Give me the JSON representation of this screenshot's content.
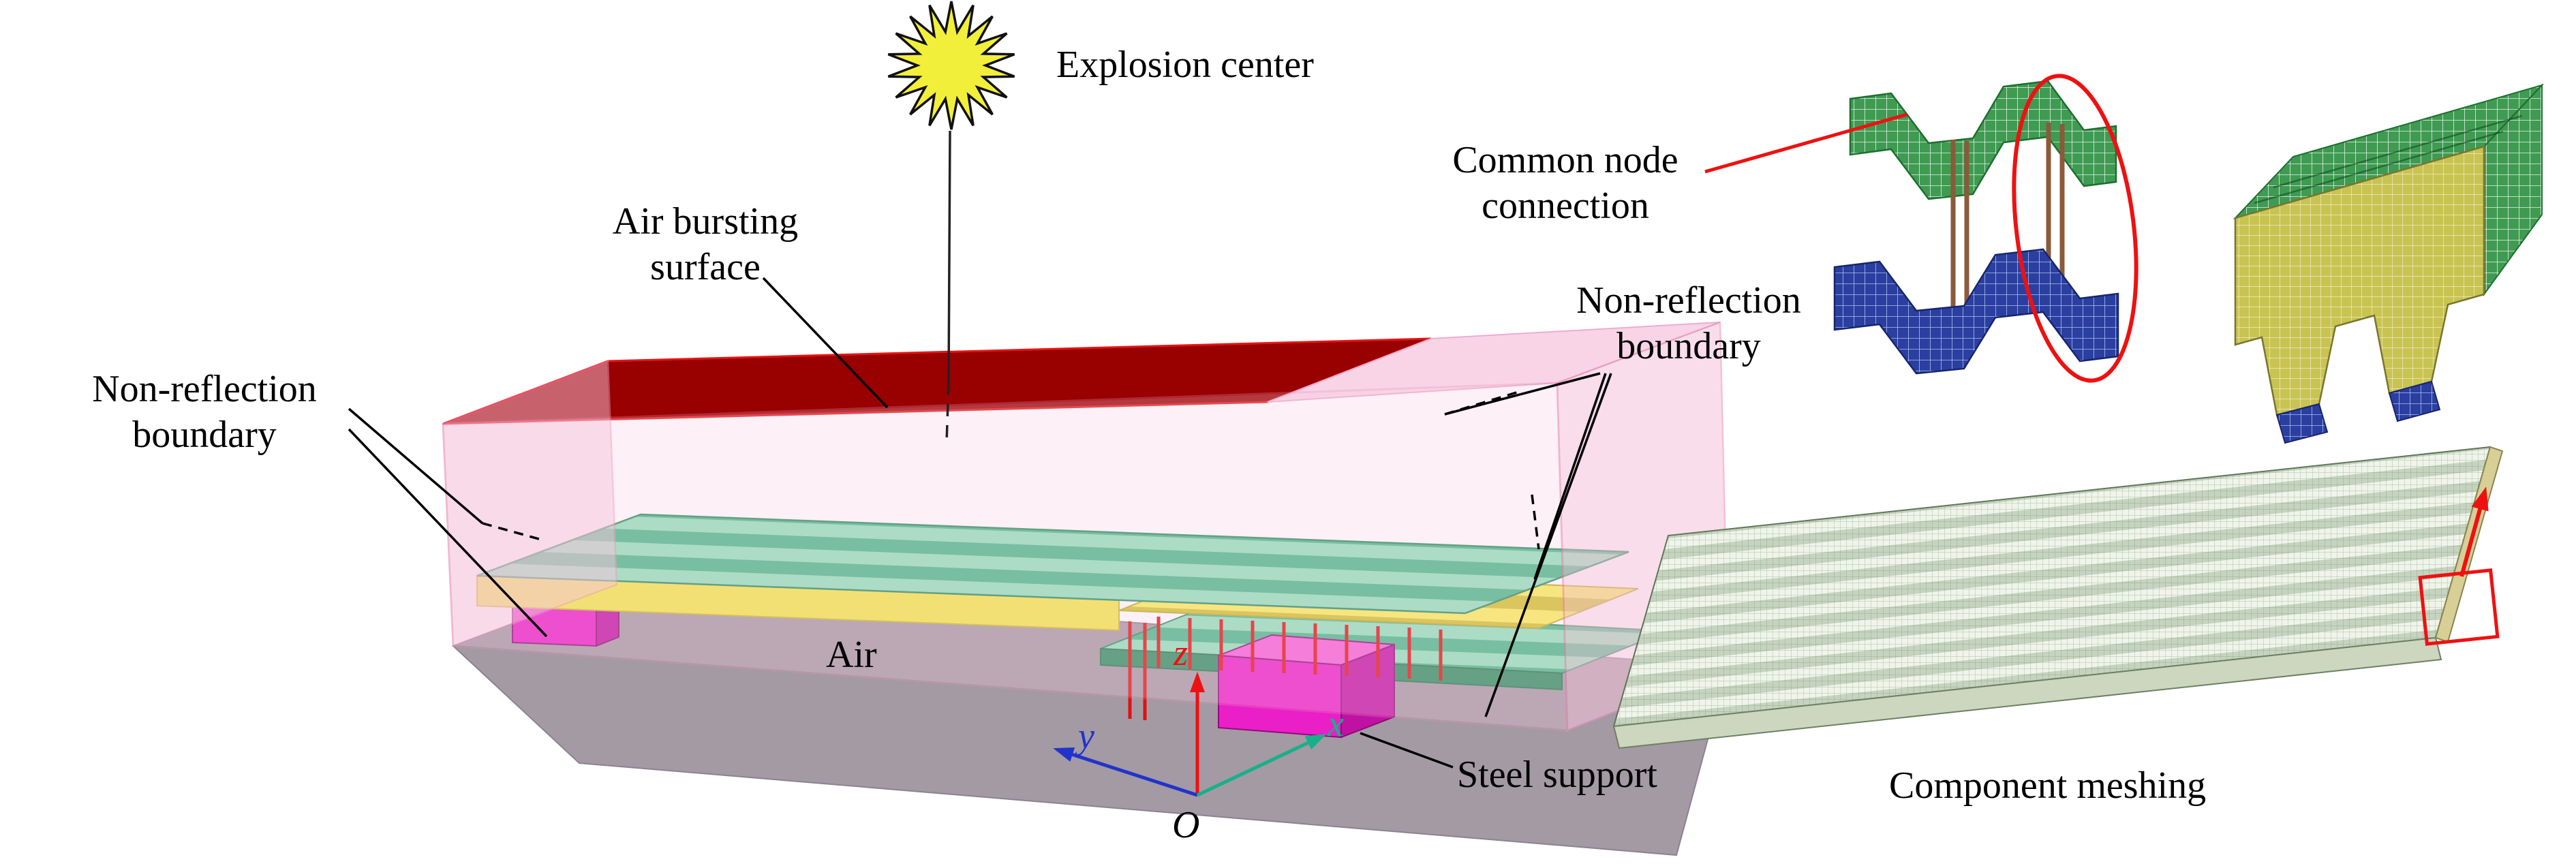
{
  "figure": {
    "labels": {
      "explosion_center": "Explosion center",
      "air_bursting_surface": "Air bursting\nsurface",
      "non_reflection_boundary_left": "Non-reflection\nboundary",
      "non_reflection_boundary_right": "Non-reflection\nboundary",
      "air": "Air",
      "steel_support": "Steel support",
      "common_node_connection": "Common node\nconnection",
      "component_meshing": "Component meshing"
    },
    "axes": {
      "x": "x",
      "y": "y",
      "z": "z",
      "origin": "O"
    },
    "colors": {
      "air_domain_pink": "#f9cde2",
      "bursting_surface_red": "#990000",
      "ground_gray": "#a39aa3",
      "panel_green_light": "#8fe2ba",
      "panel_green_dark": "#46b98a",
      "core_yellow": "#f2e84a",
      "support_magenta": "#ea1fc8",
      "explosion_yellow": "#f2ef3a",
      "mesh_green": "#3f9b52",
      "mesh_blue": "#2b3fa0",
      "mesh_khaki": "#c9c352",
      "axis_x_teal": "#18b08a",
      "axis_y_blue": "#2233cc",
      "axis_z_red": "#ee1111",
      "annotation_red": "#ee1111",
      "annotation_black": "#000000"
    }
  }
}
